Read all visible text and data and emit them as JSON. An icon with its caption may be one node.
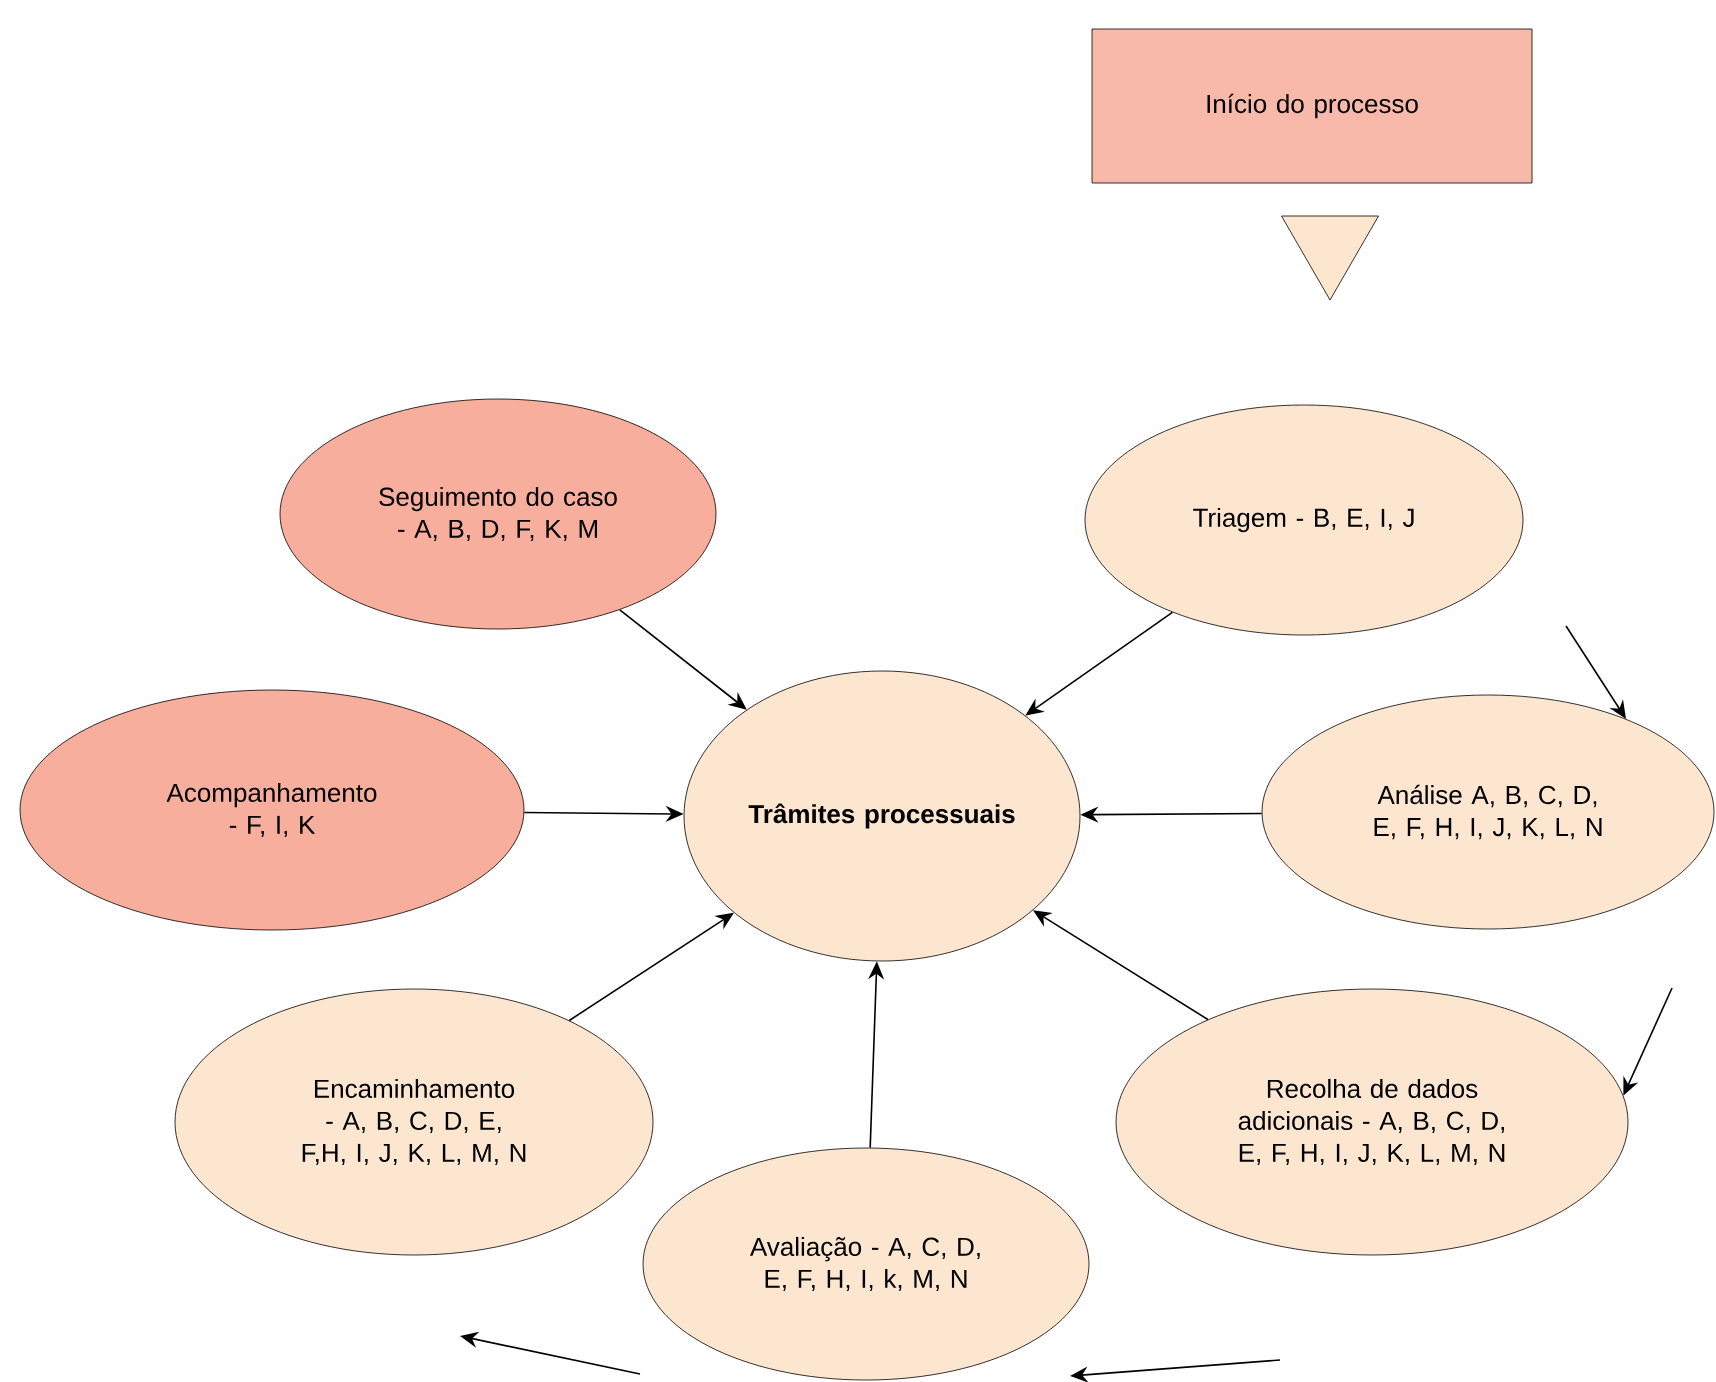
{
  "diagram": {
    "nodes": [
      {
        "text": [
          "Início do processo"
        ]
      },
      {
        "text": [],
        "shape": "triangle"
      },
      {
        "text": [
          "Seguimento do caso - A, B, D, F, K, M"
        ]
      },
      {
        "text": [
          "Triagem - B, E, I, J"
        ]
      },
      {
        "text": [
          "Acompanhamento - F, I, K"
        ]
      },
      {
        "text": [
          "Trâmites processuais"
        ]
      },
      {
        "text": [
          "Análise A, B, C, D, E, F, H, I, J, K, L, N"
        ]
      },
      {
        "text": [
          "Encaminhamento - A, B, C, D, E, F,H, I, J, K, L, M, N"
        ]
      },
      {
        "text": [
          "Recolha de dados adicionais - A, B, C, D, E, F, H, I, J, K, L, M, N"
        ]
      },
      {
        "text": [
          "Avaliação - A, C, D, E, F, H, I, k, M, N"
        ]
      }
    ],
    "edges": [
      {
        "from": 2,
        "to": 5,
        "arrow": "to"
      },
      {
        "from": 3,
        "to": 5,
        "arrow": "to"
      },
      {
        "from": 4,
        "to": 5,
        "arrow": "to"
      },
      {
        "from": 6,
        "to": 5,
        "arrow": "to"
      },
      {
        "from": 7,
        "to": 5,
        "arrow": "to"
      },
      {
        "from": 8,
        "to": 5,
        "arrow": "to"
      },
      {
        "from": 9,
        "to": 5,
        "arrow": "to"
      },
      {
        "from": null,
        "to": 6,
        "arrow": "to"
      },
      {
        "from": null,
        "to": 8,
        "arrow": "to"
      }
    ]
  }
}
